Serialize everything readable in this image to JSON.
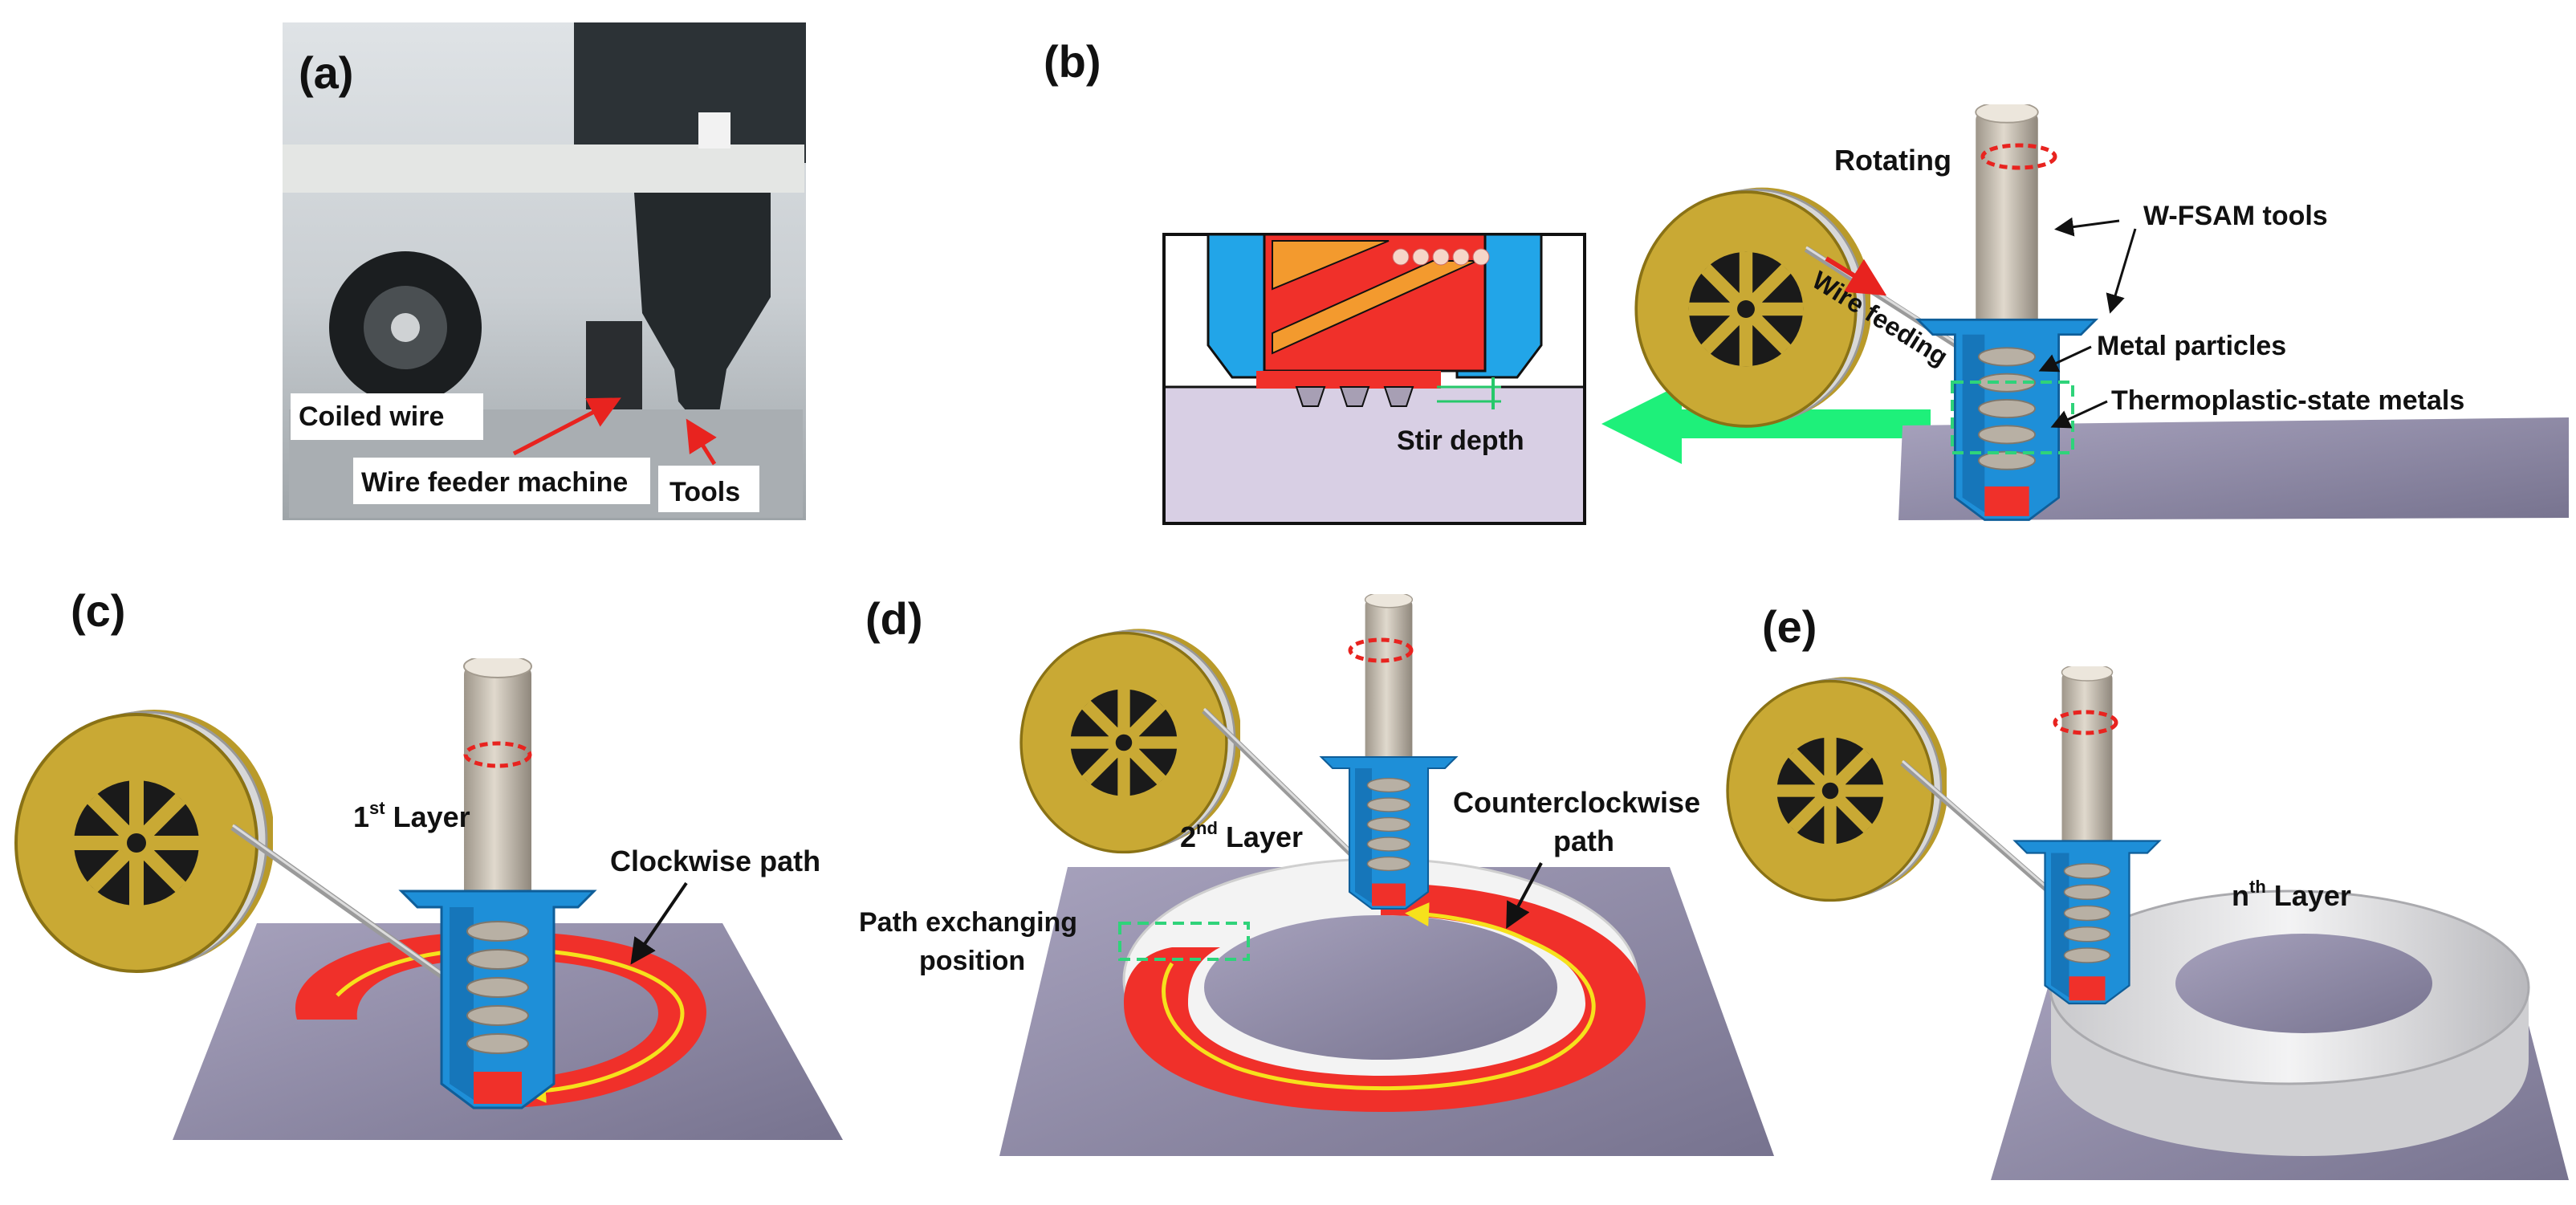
{
  "panels": {
    "a": {
      "letter": "(a)",
      "labels": {
        "coiled_wire": "Coiled wire",
        "wire_feeder": "Wire feeder machine",
        "tools": "Tools"
      }
    },
    "b": {
      "letter": "(b)",
      "labels": {
        "rotating": "Rotating",
        "tools": "W-FSAM tools",
        "wire_feeding": "Wire feeding",
        "metal_particles": "Metal particles",
        "thermoplastic": "Thermoplastic-state  metals",
        "stir_depth": "Stir depth"
      }
    },
    "c": {
      "letter": "(c)",
      "layer": "1",
      "layer_sup": "st",
      "layer_word": "Layer",
      "path": "Clockwise path"
    },
    "d": {
      "letter": "(d)",
      "layer": "2",
      "layer_sup": "nd",
      "layer_word": "Layer",
      "path_line1": "Counterclockwise",
      "path_line2": "path",
      "exchange_line1": "Path exchanging",
      "exchange_line2": "position"
    },
    "e": {
      "letter": "(e)",
      "layer": "n",
      "layer_sup": "th",
      "layer_word": "Layer"
    }
  },
  "colors": {
    "spool_gold": "#c9a934",
    "tool_shaft": "#c8bfb2",
    "tool_housing": "#1e8fd8",
    "deposit_red": "#f0302a",
    "path_yellow": "#f6e11c",
    "plate": "#8f8aa6",
    "arrow_green": "#1ef07a",
    "dashed_green": "#2fd37a"
  }
}
